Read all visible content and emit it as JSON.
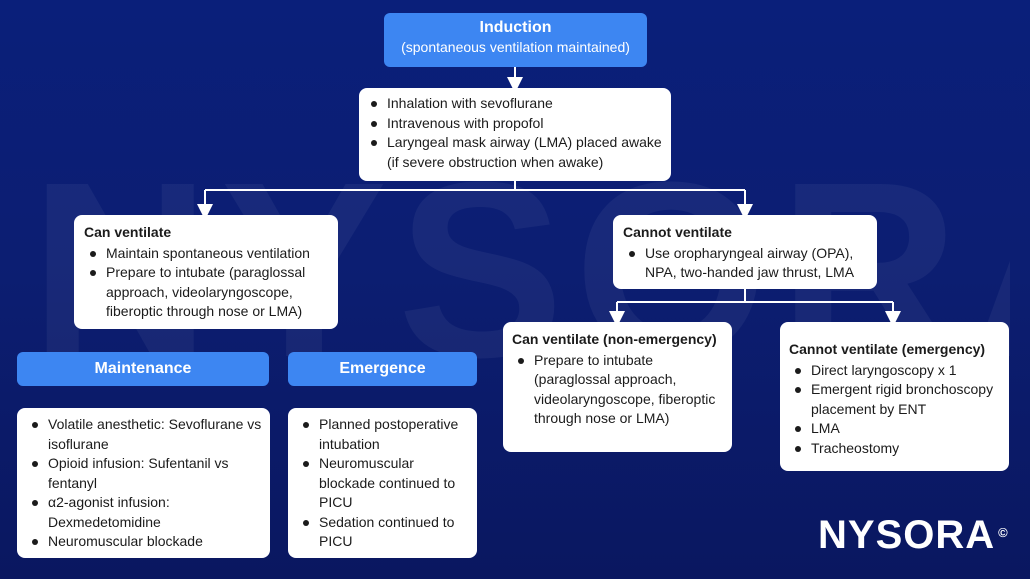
{
  "induction": {
    "title": "Induction",
    "subtitle": "(spontaneous ventilation maintained)"
  },
  "induction_methods": {
    "items": [
      "Inhalation with sevoflurane",
      "Intravenous with propofol",
      "Laryngeal mask airway (LMA) placed awake (if severe obstruction when awake)"
    ]
  },
  "can_ventilate": {
    "title": "Can ventilate",
    "items": [
      "Maintain spontaneous ventilation",
      "Prepare to intubate (paraglossal approach, videolaryngoscope, fiberoptic through nose or LMA)"
    ]
  },
  "cannot_ventilate": {
    "title": "Cannot ventilate",
    "items": [
      "Use oropharyngeal airway (OPA), NPA, two-handed jaw thrust, LMA"
    ]
  },
  "can_ventilate_non_emergency": {
    "title": "Can ventilate (non-emergency)",
    "items": [
      "Prepare to intubate (paraglossal approach, videolaryngoscope, fiberoptic through nose or LMA)"
    ]
  },
  "cannot_ventilate_emergency": {
    "title": "Cannot ventilate (emergency)",
    "items": [
      "Direct laryngoscopy x 1",
      "Emergent rigid bronchoscopy placement by ENT",
      "LMA",
      "Tracheostomy"
    ]
  },
  "maintenance": {
    "title": "Maintenance",
    "items": [
      "Volatile anesthetic: Sevoflurane vs isoflurane",
      "Opioid infusion: Sufentanil vs fentanyl",
      "α2-agonist infusion: Dexmedetomidine",
      "Neuromuscular blockade"
    ]
  },
  "emergence": {
    "title": "Emergence",
    "items": [
      "Planned postoperative intubation",
      "Neuromuscular blockade continued to PICU",
      "Sedation continued to PICU"
    ]
  },
  "logo": {
    "text": "NYSORA",
    "mark": "©"
  }
}
